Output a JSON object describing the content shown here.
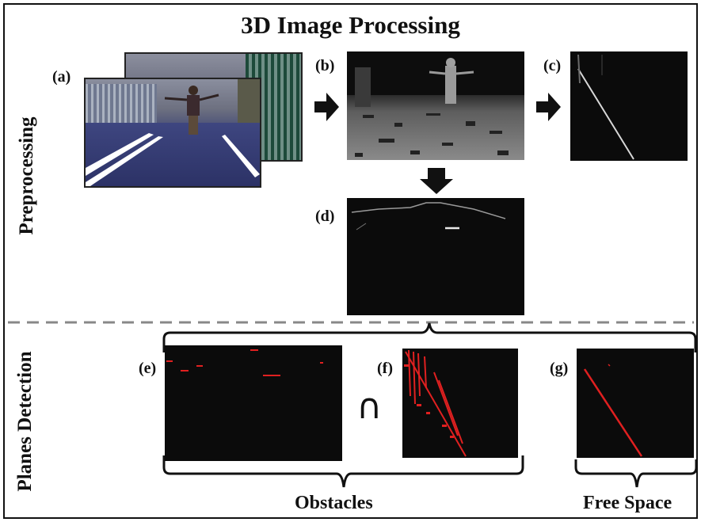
{
  "title": "3D Image Processing",
  "sections": {
    "top": "Preprocessing",
    "bottom": "Planes Detection"
  },
  "panels": {
    "a": "(a)",
    "b": "(b)",
    "c": "(c)",
    "d": "(d)",
    "e": "(e)",
    "f": "(f)",
    "g": "(g)"
  },
  "intersection_symbol": "∩",
  "groups": {
    "obstacles": "Obstacles",
    "free_space": "Free Space"
  },
  "colors": {
    "panel_bg": "#0b0b0b",
    "detection_red": "#e02020",
    "divider": "#888888"
  }
}
